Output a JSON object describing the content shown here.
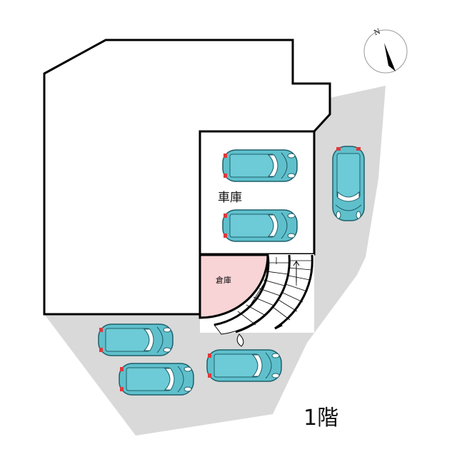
{
  "labels": {
    "garage": "車庫",
    "storage": "倉庫",
    "floor": "1階",
    "north": "N"
  },
  "colors": {
    "ground": "#d9d9d9",
    "storage": "#f8d4d6",
    "car_body": "#5fc0cc",
    "car_outline": "#1f5f6a",
    "tail_light": "#e0393b"
  }
}
